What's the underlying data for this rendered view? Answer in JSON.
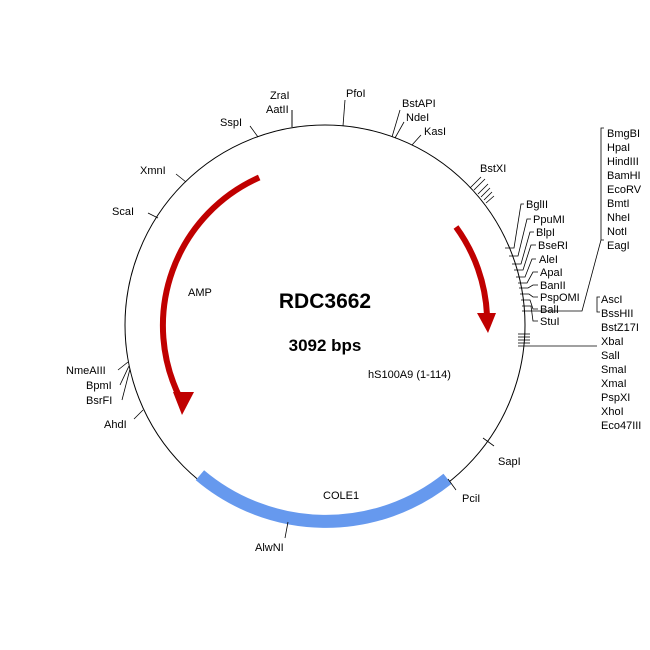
{
  "plasmid": {
    "name": "RDC3662",
    "size_label": "3092 bps"
  },
  "features": [
    {
      "name": "AMP",
      "kind": "arrow",
      "color": "#c00000"
    },
    {
      "name": "hS100A9 (1-114)",
      "kind": "arrow",
      "color": "#c00000"
    },
    {
      "name": "COLE1",
      "kind": "band",
      "color": "#6699ee"
    }
  ],
  "sites": {
    "top": [
      "ZraI",
      "AatII",
      "SspI",
      "PfoI",
      "BstAPI",
      "NdeI",
      "KasI"
    ],
    "left": [
      "XmnI",
      "ScaI",
      "NmeAIII",
      "BpmI",
      "BsrFI",
      "AhdI"
    ],
    "right_upper": [
      "BstXI",
      "BglII",
      "PpuMI",
      "BlpI",
      "BseRI",
      "AleI",
      "ApaI",
      "BanII",
      "PspOMI",
      "BalI",
      "StuI"
    ],
    "right_column": [
      "BmgBI",
      "HpaI",
      "HindIII",
      "BamHI",
      "EcoRV",
      "BmtI",
      "NheI",
      "NotI",
      "EagI"
    ],
    "right_middle": [
      "AscI",
      "BssHII",
      "BstZ17I",
      "XbaI",
      "SalI",
      "SmaI",
      "XmaI",
      "PspXI",
      "XhoI",
      "Eco47III"
    ],
    "bottom": [
      "SapI",
      "PciI",
      "AlwNI"
    ]
  }
}
